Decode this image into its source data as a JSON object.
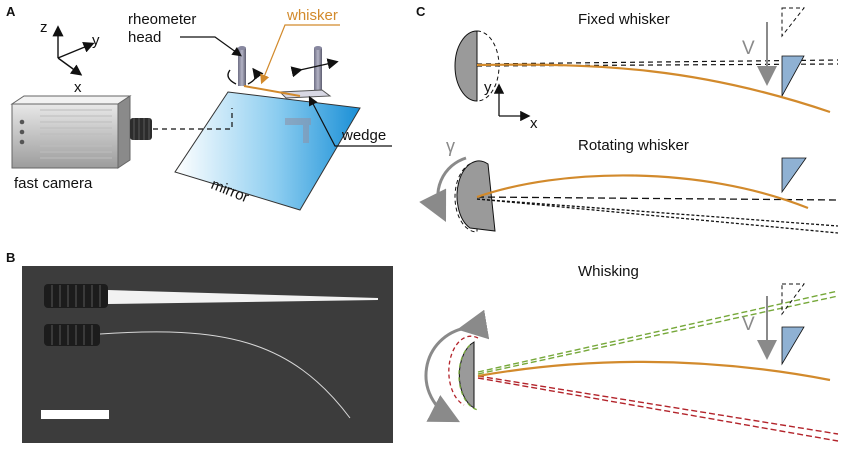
{
  "panels": {
    "a": {
      "letter": "A",
      "axes": {
        "z": "z",
        "y": "y",
        "x": "x"
      },
      "labels": {
        "rheometer_head": [
          "rheometer",
          "head"
        ],
        "whisker": "whisker",
        "wedge": "wedge",
        "mirror": "mirror",
        "fast_camera": "fast camera"
      }
    },
    "b": {
      "letter": "B"
    },
    "c": {
      "letter": "C",
      "titles": {
        "fixed": "Fixed whisker",
        "rotating": "Rotating whisker",
        "whisking": "Whisking"
      },
      "symbols": {
        "v1": "V",
        "v2": "V",
        "gamma": "γ",
        "axis_y": "y",
        "axis_x": "x"
      }
    }
  },
  "colors": {
    "whisker": "#d28a2c",
    "mirror": "#3aa0dc",
    "wedge": "#8fb1d3",
    "green_dash": "#76a83a",
    "red_dash": "#b3242b",
    "gray": "#8a8a8a",
    "photo_bg": "#3a3a3a"
  }
}
